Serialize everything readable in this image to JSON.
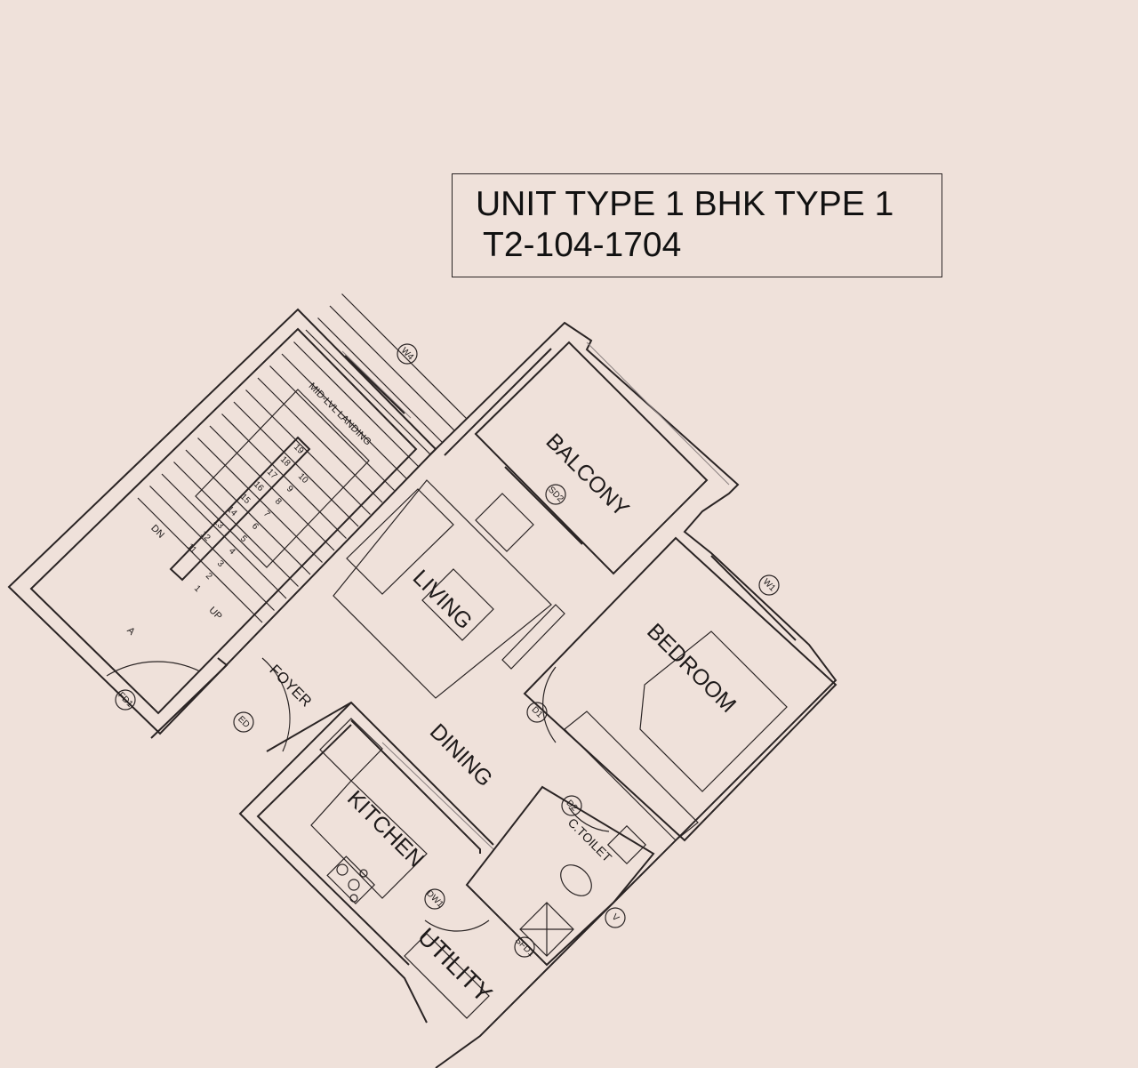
{
  "title": {
    "line1": "UNIT TYPE 1 BHK TYPE 1",
    "line2": "T2-104-1704"
  },
  "rooms": {
    "balcony": "BALCONY",
    "living": "LIVING",
    "bedroom": "BEDROOM",
    "dining": "DINING",
    "kitchen": "KITCHEN",
    "foyer": "FOYER",
    "toilet": "C.TOILET",
    "utility": "UTILITY",
    "landing": "MID-LVL LANDING"
  },
  "stair": {
    "dn": "DN",
    "up": "UP",
    "mark": "A",
    "steps_up": [
      "1",
      "2",
      "3",
      "4",
      "5",
      "6",
      "7",
      "8",
      "9",
      "10"
    ],
    "steps_down": [
      "11",
      "12",
      "13",
      "14",
      "15",
      "16",
      "17",
      "18",
      "19"
    ]
  },
  "tags": {
    "w4": "W4",
    "sd2": "SD2",
    "w1": "W1",
    "d1": "D1",
    "d2": "D2",
    "ed": "ED",
    "fd1": "FD1",
    "dw1": "DW1",
    "sfd1": "SFD1",
    "v": "V"
  }
}
